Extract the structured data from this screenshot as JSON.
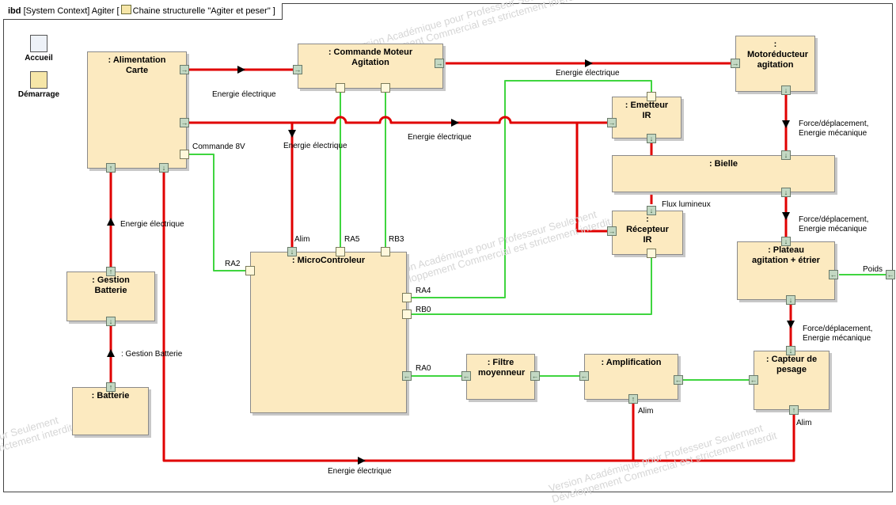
{
  "frame": {
    "kind": "ibd",
    "context": "[System Context] Agiter [",
    "structure": "Chaine structurelle \"Agiter et peser\" ]"
  },
  "sidebar": {
    "home_label": "Accueil",
    "start_label": "Démarrage",
    "home_icon": "diagram-icon",
    "start_icon": "start-diagram-icon"
  },
  "blocks": {
    "alimentation": ": Alimentation Carte",
    "commande": ": Commande Moteur Agitation",
    "motoreducteur": ": Motoréducteur agitation",
    "emetteur": ": Emetteur IR",
    "bielle": ": Bielle",
    "recepteur": ": Récepteur IR",
    "plateau": ": Plateau agitation + étrier",
    "micro": ": MicroControleur",
    "gestion": ": Gestion Batterie",
    "batterie": ": Batterie",
    "filtre": ": Filtre moyenneur",
    "amplification": ": Amplification",
    "capteur": ": Capteur de pesage"
  },
  "labels": {
    "energie": "Energie électrique",
    "commande8v": "Commande 8V",
    "force": "Force/déplacement, Energie mécanique",
    "flux": "Flux lumineux",
    "poids": "Poids",
    "gestion_batterie_flow": ": Gestion Batterie",
    "alim": "Alim",
    "ra5": "RA5",
    "rb3": "RB3",
    "ra2": "RA2",
    "ra4": "RA4",
    "rb0": "RB0",
    "ra0": "RA0"
  },
  "watermark": {
    "line1": "Version Académique pour Professeur Seulement",
    "line2": "Développement Commercial est strictement interdit"
  },
  "colors": {
    "power_line": "#e00000",
    "signal_line": "#3fd53f",
    "block_fill": "#fceac0",
    "port_fill": "#c3d8c3"
  }
}
